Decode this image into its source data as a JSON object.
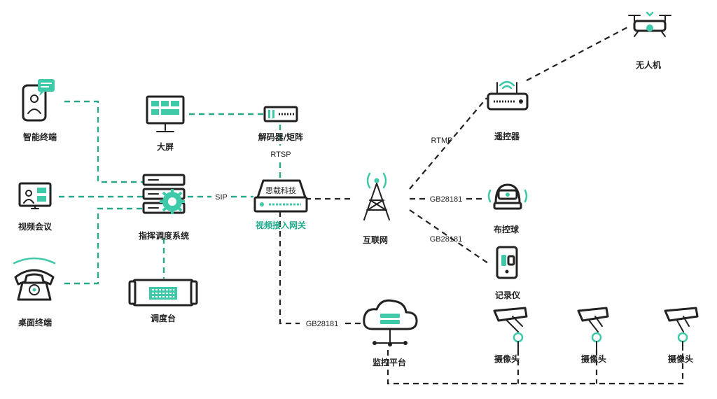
{
  "nodes": {
    "smart_terminal": "智能终端",
    "video_conference": "视频会议",
    "desk_terminal": "桌面终端",
    "big_screen": "大屏",
    "dispatch_system": "指挥调度系统",
    "dispatch_console": "调度台",
    "decoder_matrix": "解码器/矩阵",
    "gateway": "视频接入网关",
    "gateway_plate": "思载科技",
    "internet": "互联网",
    "monitor_platform": "监控平台",
    "drone": "无人机",
    "remote_controller": "遥控器",
    "dome_camera": "布控球",
    "recorder": "记录仪",
    "camera_1": "摄像头",
    "camera_2": "摄像头",
    "camera_3": "摄像头"
  },
  "protocols": {
    "sip": "SIP",
    "rtsp": "RTSP",
    "rtmp": "RTMP",
    "gb_dome": "GB28181",
    "gb_recorder": "GB28181",
    "gb_platform": "GB28181"
  },
  "colors": {
    "accent": "#3ec9a8",
    "accent_line": "#2aa98a",
    "dark": "#222222",
    "accent_text": "#22a98c"
  }
}
